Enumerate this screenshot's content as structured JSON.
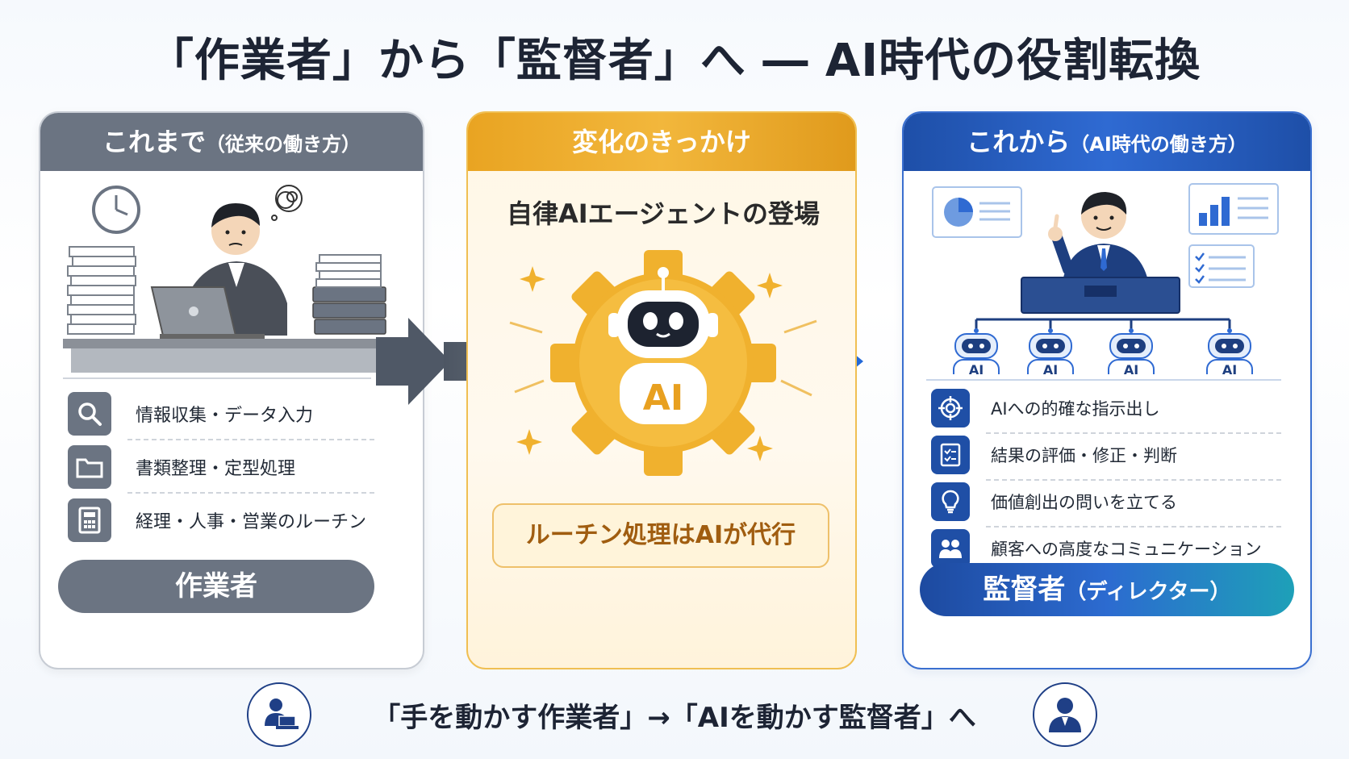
{
  "title": "「作業者」から「監督者」へ ― AI時代の役割転換",
  "left": {
    "head_main": "これまで",
    "head_sub": "（従来の働き方）",
    "items": [
      {
        "icon": "search-icon",
        "label": "情報収集・データ入力"
      },
      {
        "icon": "folder-icon",
        "label": "書類整理・定型処理"
      },
      {
        "icon": "calculator-icon",
        "label": "経理・人事・営業のルーチン"
      }
    ],
    "role": "作業者"
  },
  "middle": {
    "head": "変化のきっかけ",
    "subtitle": "自律AIエージェントの登場",
    "gear_label": "AI",
    "box": "ルーチン処理はAIが代行"
  },
  "right": {
    "head_main": "これから",
    "head_sub": "（AI時代の働き方）",
    "agents": [
      "AI",
      "AI",
      "AI",
      "AI"
    ],
    "items": [
      {
        "icon": "target-icon",
        "label": "AIへの的確な指示出し"
      },
      {
        "icon": "checklist-icon",
        "label": "結果の評価・修正・判断"
      },
      {
        "icon": "lightbulb-icon",
        "label": "価値創出の問いを立てる"
      },
      {
        "icon": "people-icon",
        "label": "顧客への高度なコミュニケーション"
      }
    ],
    "role_main": "監督者",
    "role_sub": "（ディレクター）"
  },
  "bottom": {
    "text": "「手を動かす作業者」→「AIを動かす監督者」へ"
  },
  "colors": {
    "gray": "#6b7482",
    "amber": "#f2b73c",
    "blue": "#1f4fa6"
  }
}
